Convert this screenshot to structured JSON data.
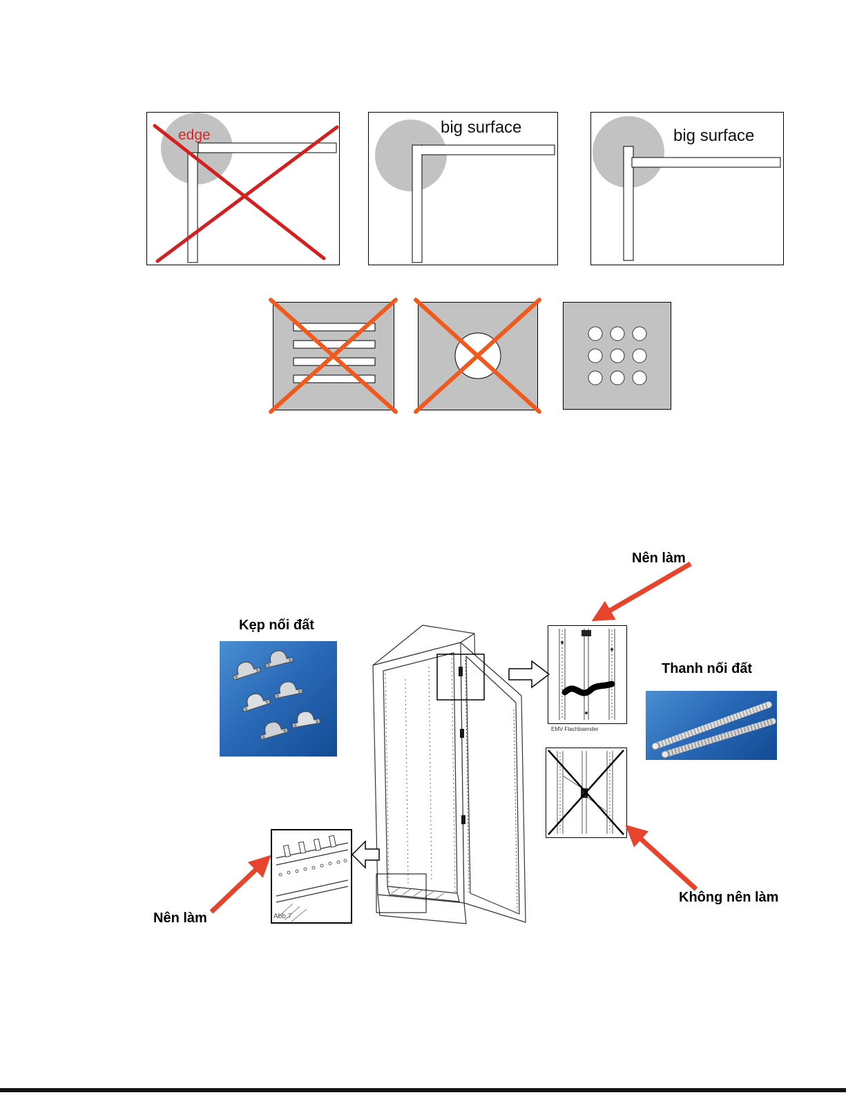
{
  "colors": {
    "cross_red": "#d51f1f",
    "cross_orange": "#f05a1e",
    "arrow_red": "#e8432c",
    "panel_gray": "#c2c2c2",
    "photo_blue": "#1b5fae"
  },
  "connection_row": {
    "panels": [
      {
        "name": "edge-contact-wrong",
        "label": "edge",
        "crossed": true
      },
      {
        "name": "big-surface-contact-1",
        "label": "big surface",
        "crossed": false
      },
      {
        "name": "big-surface-contact-2",
        "label": "big surface",
        "crossed": false
      }
    ]
  },
  "perforation_row": {
    "squares": [
      {
        "name": "long-slots",
        "crossed": true
      },
      {
        "name": "single-large-hole",
        "crossed": true
      },
      {
        "name": "many-small-holes",
        "crossed": false
      }
    ]
  },
  "grounding_section": {
    "labels": {
      "do_top": "Nên làm",
      "clamps": "Kẹp nối đất",
      "straps": "Thanh nối đất",
      "dont": "Không nên làm",
      "do_bottom": "Nên làm"
    },
    "captions": {
      "detail_top": "EMV Flachbaender",
      "figure": "Abb.7"
    }
  }
}
